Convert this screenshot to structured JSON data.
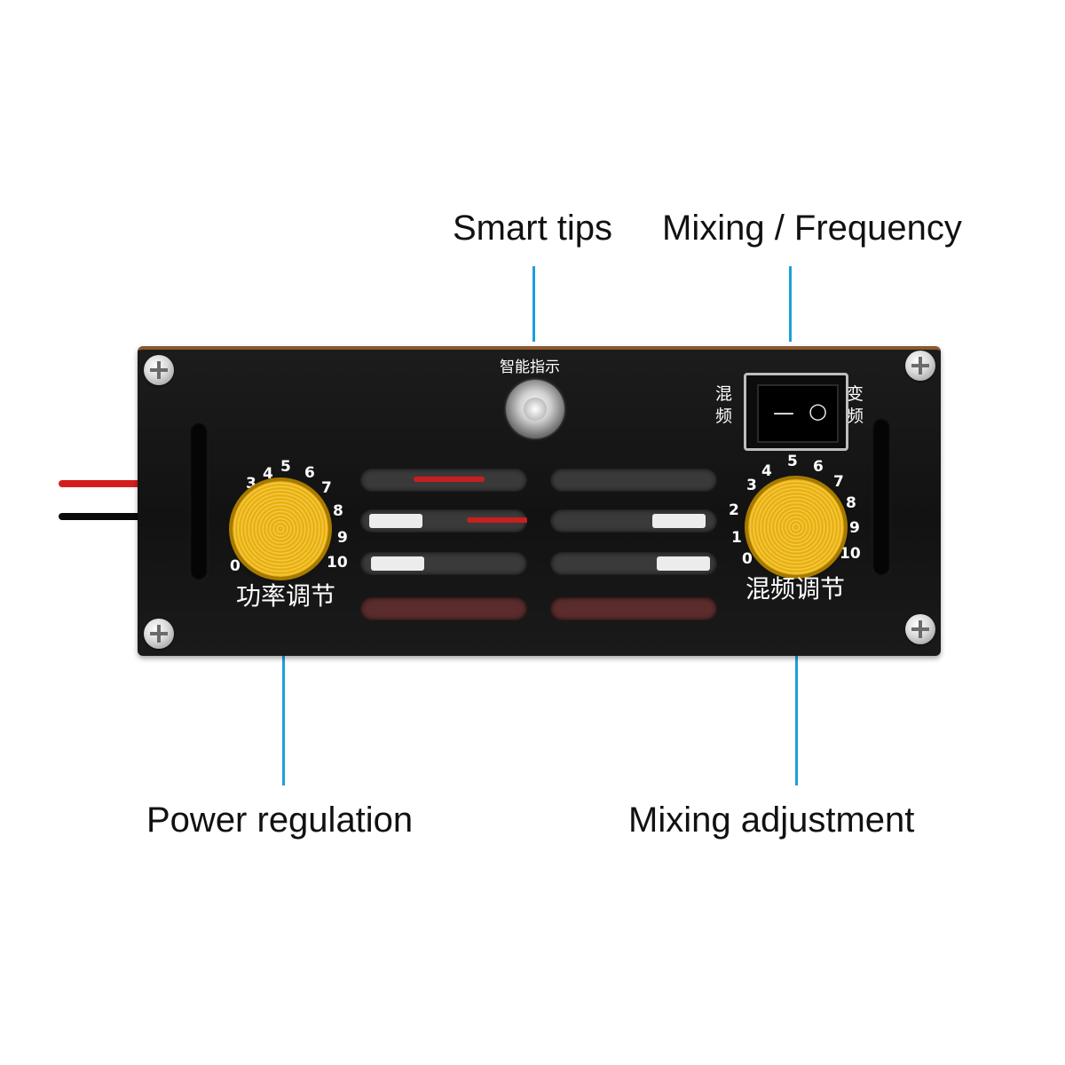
{
  "callouts": {
    "smart_tips": "Smart tips",
    "mixing_frequency": "Mixing / Frequency",
    "power_regulation": "Power regulation",
    "mixing_adjustment": "Mixing adjustment"
  },
  "panel": {
    "indicator_label": "智能指示",
    "switch_left_label_1": "混",
    "switch_left_label_2": "频",
    "switch_right_label_1": "变",
    "switch_right_label_2": "频",
    "switch_off_symbol": "—",
    "switch_on_symbol": "○",
    "power_knob_label": "功率调节",
    "mixing_knob_label": "混频调节",
    "dial_numbers": [
      "0",
      "1",
      "2",
      "3",
      "4",
      "5",
      "6",
      "7",
      "8",
      "9",
      "10"
    ]
  },
  "colors": {
    "leader_line": "#1a9fe0",
    "knob_gold": "#e6a800",
    "panel_black": "#151515",
    "panel_top_edge": "#8a5a2c"
  }
}
